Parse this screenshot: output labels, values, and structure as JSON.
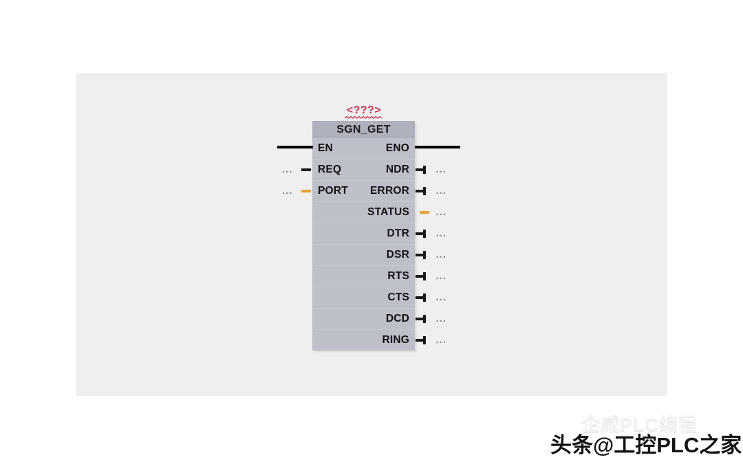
{
  "page": {
    "background_color": "#ffffff",
    "panel_color": "#efefef"
  },
  "block": {
    "placeholder_label": "<???>",
    "placeholder_color": "#c8304f",
    "name": "SGN_GET",
    "header_color": "#aeb0bc",
    "body_color": "#bdbfc9",
    "rows": [
      {
        "input_label": "EN",
        "output_label": "ENO"
      },
      {
        "input_label": "REQ",
        "output_label": "NDR"
      },
      {
        "input_label": "PORT",
        "output_label": "ERROR"
      },
      {
        "input_label": "",
        "output_label": "STATUS"
      },
      {
        "input_label": "",
        "output_label": "DTR"
      },
      {
        "input_label": "",
        "output_label": "DSR"
      },
      {
        "input_label": "",
        "output_label": "RTS"
      },
      {
        "input_label": "",
        "output_label": "CTS"
      },
      {
        "input_label": "",
        "output_label": "DCD"
      },
      {
        "input_label": "",
        "output_label": "RING"
      }
    ],
    "placeholder_operand": "...",
    "bool_connector_color": "#1a1a1a",
    "value_connector_color": "#e8a33d"
  },
  "watermark": {
    "faint_text": "企威PLC编程",
    "main_text": "头条@工控PLC之家"
  }
}
